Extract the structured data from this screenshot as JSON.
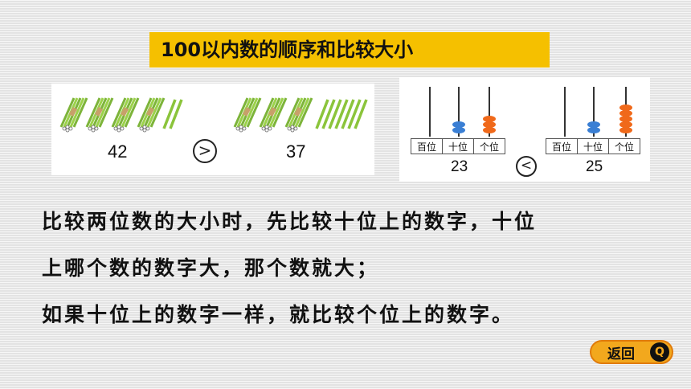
{
  "title": "100以内数的顺序和比较大小",
  "sticks": {
    "left_number": "42",
    "compare_symbol": ">",
    "right_number": "37"
  },
  "abacus": {
    "place_labels": [
      "百位",
      "十位",
      "个位"
    ],
    "left_number": "23",
    "compare_symbol": "<",
    "right_number": "25",
    "bead_colors": {
      "tens": "#3a7fd4",
      "ones": "#f0691a"
    }
  },
  "paragraph": {
    "line1": "比较两位数的大小时，先比较十位上的数字，十位",
    "line2": "上哪个数的数字大，那个数就大；",
    "line3": "如果十位上的数字一样，就比较个位上的数字。"
  },
  "back_button": {
    "label": "返回",
    "icon": "q-return-icon"
  },
  "colors": {
    "title_bg": "#f5c000",
    "button_bg": "#f2a81d",
    "stick_green": "#8bc43b"
  }
}
